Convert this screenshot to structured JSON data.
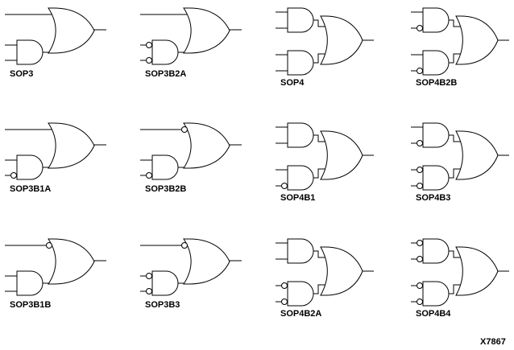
{
  "figure_id": "X7867",
  "colors": {
    "stroke": "#000000",
    "background": "#ffffff"
  },
  "gates": [
    {
      "label": "SOP3",
      "type": "sop3",
      "inverted": [
        false,
        false,
        false
      ]
    },
    {
      "label": "SOP3B2A",
      "type": "sop3",
      "inverted": [
        false,
        true,
        true
      ]
    },
    {
      "label": "SOP4",
      "type": "sop4",
      "inverted": [
        false,
        false,
        false,
        false
      ]
    },
    {
      "label": "SOP4B2B",
      "type": "sop4",
      "inverted": [
        false,
        true,
        false,
        true
      ]
    },
    {
      "label": "SOP3B1A",
      "type": "sop3",
      "inverted": [
        false,
        false,
        true
      ]
    },
    {
      "label": "SOP3B2B",
      "type": "sop3",
      "inverted": [
        true,
        false,
        true
      ]
    },
    {
      "label": "SOP4B1",
      "type": "sop4",
      "inverted": [
        false,
        false,
        false,
        true
      ]
    },
    {
      "label": "SOP4B3",
      "type": "sop4",
      "inverted": [
        false,
        true,
        true,
        true
      ]
    },
    {
      "label": "SOP3B1B",
      "type": "sop3",
      "inverted": [
        true,
        false,
        false
      ]
    },
    {
      "label": "SOP3B3",
      "type": "sop3",
      "inverted": [
        true,
        true,
        true
      ]
    },
    {
      "label": "SOP4B2A",
      "type": "sop4",
      "inverted": [
        false,
        false,
        true,
        true
      ]
    },
    {
      "label": "SOP4B4",
      "type": "sop4",
      "inverted": [
        true,
        true,
        true,
        true
      ]
    }
  ]
}
